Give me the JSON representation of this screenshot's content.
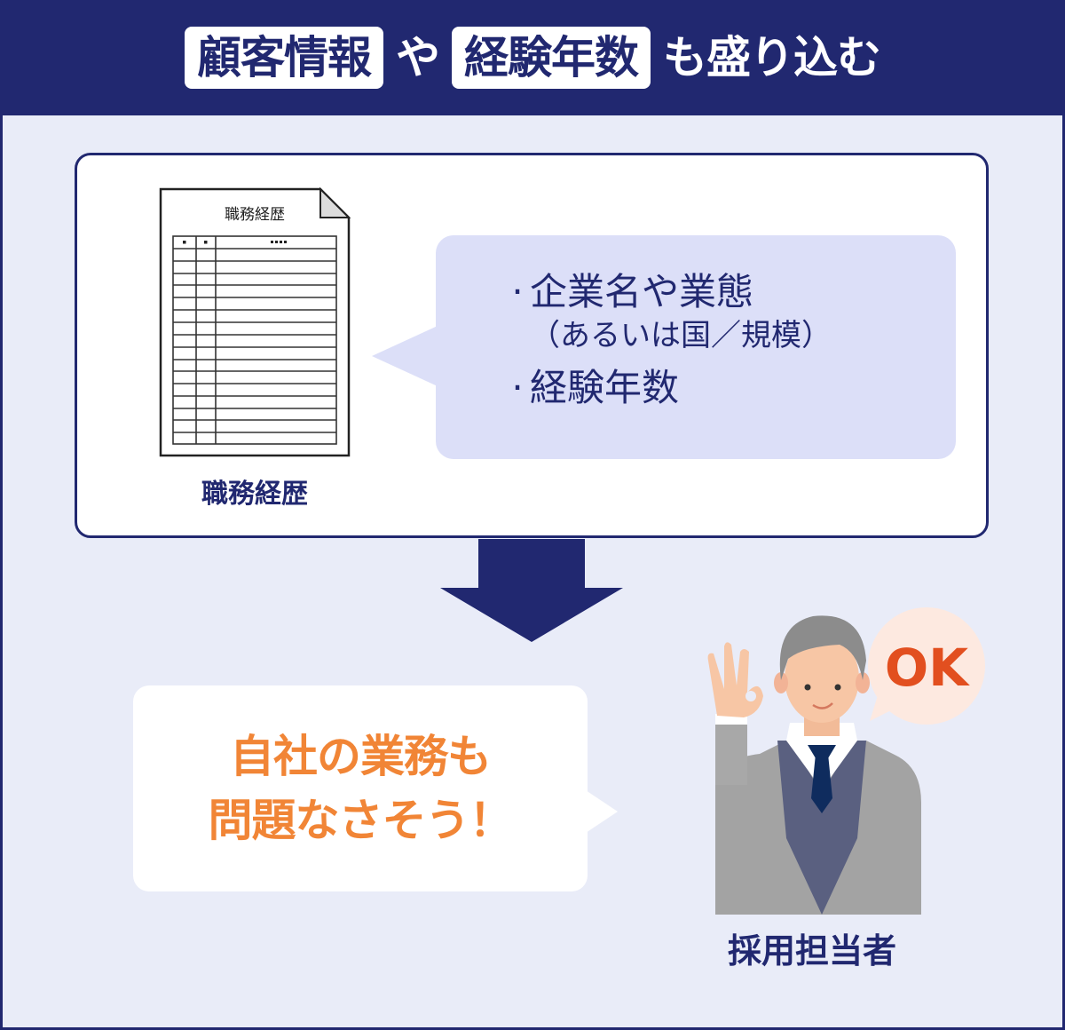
{
  "header": {
    "tag1": "顧客情報",
    "connector": "や",
    "tag2": "経験年数",
    "suffix": "も盛り込む"
  },
  "document_card": {
    "doc_title": "職務経歴",
    "table_header": [
      "・",
      "・",
      "・・・・"
    ],
    "table_rows": 16,
    "caption": "職務経歴",
    "bullets": [
      {
        "text": "企業名や業態",
        "sub": "（あるいは国／規模）"
      },
      {
        "text": "経験年数"
      }
    ]
  },
  "result": {
    "speech_lines": [
      "自社の業務も",
      "問題なさそう！"
    ],
    "ok_label": "OK",
    "person_caption": "採用担当者"
  },
  "colors": {
    "navy": "#212870",
    "background": "#e9ecf8",
    "bubble_blue": "#dcdff8",
    "orange_text": "#f18536",
    "ok_red": "#e24f1f",
    "ok_bubble": "#fde9e0"
  }
}
